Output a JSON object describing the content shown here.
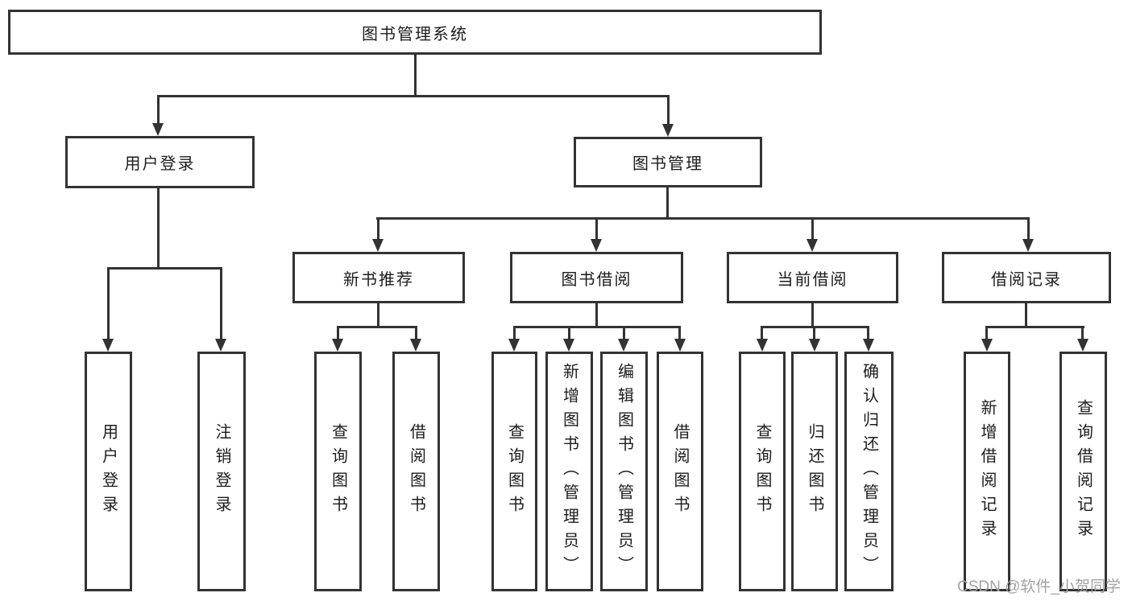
{
  "tree": {
    "root": {
      "label": "图书管理系统"
    },
    "branches": [
      {
        "label": "用户登录",
        "children": [
          {
            "label": "用户登录"
          },
          {
            "label": "注销登录"
          }
        ]
      },
      {
        "label": "图书管理",
        "children": [
          {
            "label": "新书推荐",
            "children": [
              {
                "label": "查询图书"
              },
              {
                "label": "借阅图书"
              }
            ]
          },
          {
            "label": "图书借阅",
            "children": [
              {
                "label": "查询图书"
              },
              {
                "label": "新增图书（管理员）"
              },
              {
                "label": "编辑图书（管理员）"
              },
              {
                "label": "借阅图书"
              }
            ]
          },
          {
            "label": "当前借阅",
            "children": [
              {
                "label": "查询图书"
              },
              {
                "label": "归还图书"
              },
              {
                "label": "确认归还（管理员）"
              }
            ]
          },
          {
            "label": "借阅记录",
            "children": [
              {
                "label": "新增借阅记录"
              },
              {
                "label": "查询借阅记录"
              }
            ]
          }
        ]
      }
    ]
  },
  "watermark": "CSDN @软件_小贺同学",
  "colors": {
    "line": "#333333",
    "text": "#1c1c1c",
    "watermark": "#a3a3a3",
    "background": "#ffffff"
  }
}
